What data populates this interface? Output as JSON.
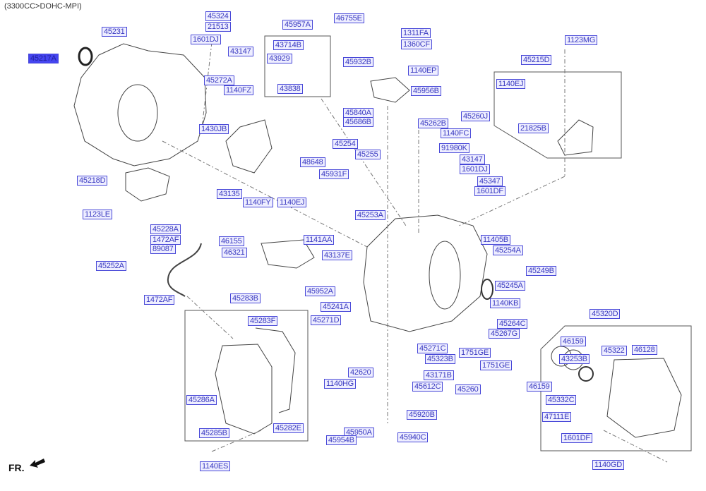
{
  "title": "(3300CC>DOHC-MPI)",
  "direction_label": "FR.",
  "colors": {
    "label_border": "#4848d8",
    "label_text": "#3838c0",
    "highlight": "#4545f0",
    "line": "#555555"
  },
  "highlighted_part": "45217A",
  "parts": [
    "45324",
    "21513",
    "45231",
    "1601DJ",
    "43147",
    "45217A",
    "45272A",
    "1140FZ",
    "1430JB",
    "45218D",
    "43135",
    "1140FY",
    "1140EJ",
    "1123LE",
    "45957A",
    "43714B",
    "43929",
    "43838",
    "46755E",
    "1311FA",
    "1360CF",
    "45932B",
    "1140EP",
    "45956B",
    "45840A",
    "45686B",
    "45260J",
    "45262B",
    "1140FC",
    "91980K",
    "43147",
    "1601DJ",
    "45347",
    "1601DF",
    "45254",
    "45255",
    "48648",
    "45931F",
    "45253A",
    "1123MG",
    "45215D",
    "1140EJ",
    "21825B",
    "45228A",
    "1472AF",
    "89087",
    "45252A",
    "1472AF",
    "46155",
    "46321",
    "1141AA",
    "43137E",
    "11405B",
    "45254A",
    "45249B",
    "45952A",
    "45245A",
    "45241A",
    "1140KB",
    "45271D",
    "45283B",
    "45283F",
    "45264C",
    "45267G",
    "45271C",
    "1751GE",
    "45323B",
    "1751GE",
    "42620",
    "1140HG",
    "43171B",
    "45612C",
    "45260",
    "45920B",
    "45950A",
    "45954B",
    "45940C",
    "45286A",
    "45285B",
    "45282E",
    "1140ES",
    "45320D",
    "46159",
    "43253B",
    "45322",
    "46128",
    "46159",
    "45332C",
    "47111E",
    "1601DF",
    "1140GD"
  ]
}
